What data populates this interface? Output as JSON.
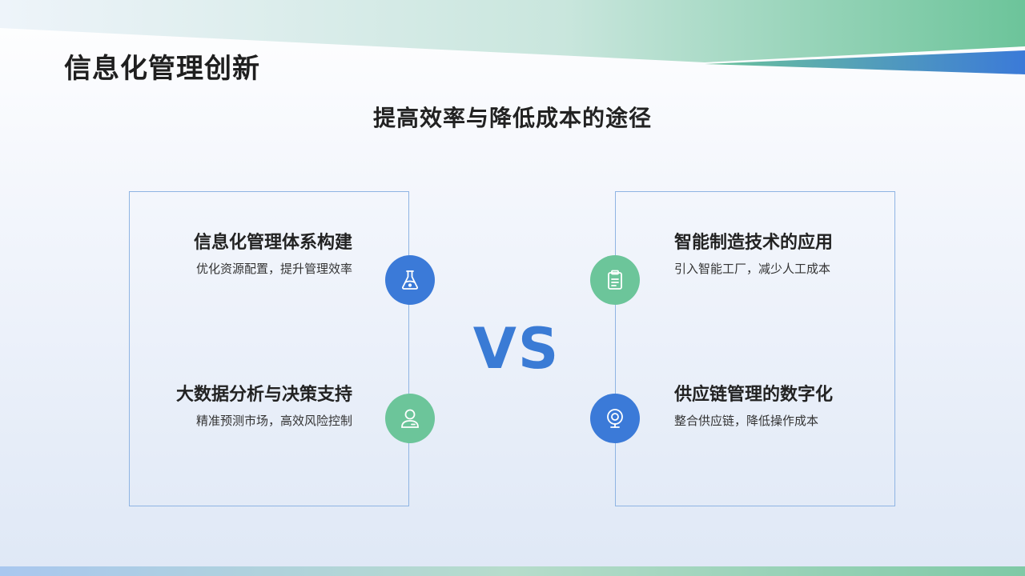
{
  "title": "信息化管理创新",
  "subtitle": "提高效率与降低成本的途径",
  "vs_label": "VS",
  "left_items": [
    {
      "title": "信息化管理体系构建",
      "desc": "优化资源配置，提升管理效率",
      "icon": "flask-icon",
      "color": "#3b7ad8"
    },
    {
      "title": "大数据分析与决策支持",
      "desc": "精准预测市场，高效风险控制",
      "icon": "user-icon",
      "color": "#6cc59a"
    }
  ],
  "right_items": [
    {
      "title": "智能制造技术的应用",
      "desc": "引入智能工厂，减少人工成本",
      "icon": "clipboard-icon",
      "color": "#6cc59a"
    },
    {
      "title": "供应链管理的数字化",
      "desc": "整合供应链，降低操作成本",
      "icon": "webcam-icon",
      "color": "#3b7ad8"
    }
  ]
}
